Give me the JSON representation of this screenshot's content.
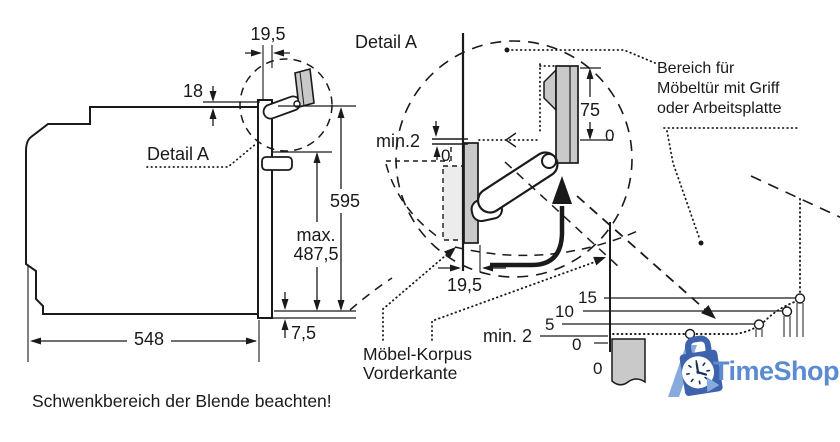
{
  "side_view": {
    "dim_hinge_depth": "19,5",
    "dim_hinge_height": "18",
    "detail_ref": "Detail A",
    "dim_height": "595",
    "dim_max_prefix": "max.",
    "dim_max_value": "487,5",
    "dim_width": "548",
    "dim_bottom_overhang": "7,5"
  },
  "detail_view": {
    "title": "Detail A",
    "dim_min_gap": "min.2",
    "dim_zero_top": "0",
    "dim_panel_travel": "75",
    "dim_zero_right": "0",
    "dim_hinge_depth": "19,5"
  },
  "notes": {
    "area_line1": "Bereich für",
    "area_line2": "Möbeltür mit Griff",
    "area_line3": "oder Arbeitsplatte",
    "korpus_line1": "Möbel-Korpus",
    "korpus_line2": "Vorderkante",
    "footer": "Schwenkbereich der Blende beachten!"
  },
  "gap_scale": {
    "min_label": "min. 2",
    "tick_15": "15",
    "tick_10": "10",
    "tick_5": "5",
    "tick_0": "0",
    "panel_zero": "0"
  },
  "logo": {
    "text": "TimeShop",
    "text_color": "#5b8bd0",
    "bag_color": "#3e63ad",
    "accent_color": "#88abde"
  }
}
